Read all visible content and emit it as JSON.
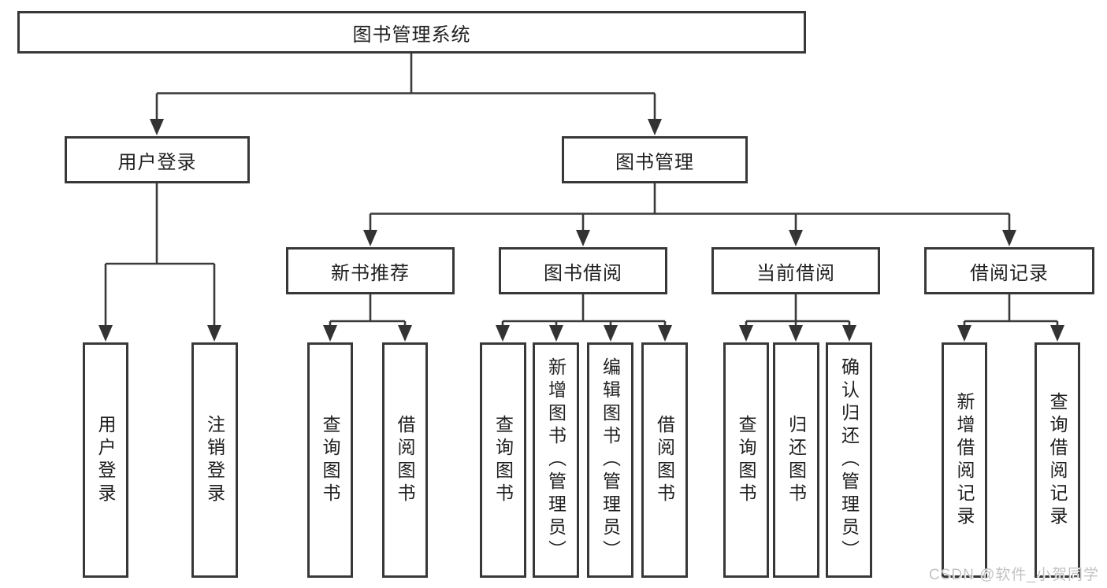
{
  "diagram": {
    "type": "hierarchy-tree",
    "root": {
      "label": "图书管理系统"
    },
    "level2": [
      {
        "id": "user-login",
        "label": "用户登录",
        "parent": "图书管理系统"
      },
      {
        "id": "book-management",
        "label": "图书管理",
        "parent": "图书管理系统"
      }
    ],
    "level3": [
      {
        "id": "new-book-recommend",
        "label": "新书推荐",
        "parent": "图书管理"
      },
      {
        "id": "book-borrowing",
        "label": "图书借阅",
        "parent": "图书管理"
      },
      {
        "id": "current-borrowing",
        "label": "当前借阅",
        "parent": "图书管理"
      },
      {
        "id": "borrowing-records",
        "label": "借阅记录",
        "parent": "图书管理"
      }
    ],
    "leaves": [
      {
        "label": "用户登录",
        "parent": "用户登录"
      },
      {
        "label": "注销登录",
        "parent": "用户登录"
      },
      {
        "label": "查询图书",
        "parent": "新书推荐"
      },
      {
        "label": "借阅图书",
        "parent": "新书推荐"
      },
      {
        "label": "查询图书",
        "parent": "图书借阅"
      },
      {
        "label": "新增图书（管理员）",
        "parent": "图书借阅"
      },
      {
        "label": "编辑图书（管理员）",
        "parent": "图书借阅"
      },
      {
        "label": "借阅图书",
        "parent": "图书借阅"
      },
      {
        "label": "查询图书",
        "parent": "当前借阅"
      },
      {
        "label": "归还图书",
        "parent": "当前借阅"
      },
      {
        "label": "确认归还（管理员）",
        "parent": "当前借阅"
      },
      {
        "label": "新增借阅记录",
        "parent": "借阅记录"
      },
      {
        "label": "查询借阅记录",
        "parent": "借阅记录"
      }
    ]
  },
  "watermark": {
    "text": "CSDN @软件_小贺同学"
  },
  "colors": {
    "line": "#3a3a3a",
    "box_border": "#383838",
    "box_fill": "#ffffff",
    "text": "#1f1f1f",
    "watermark": "#c3c3c3"
  }
}
